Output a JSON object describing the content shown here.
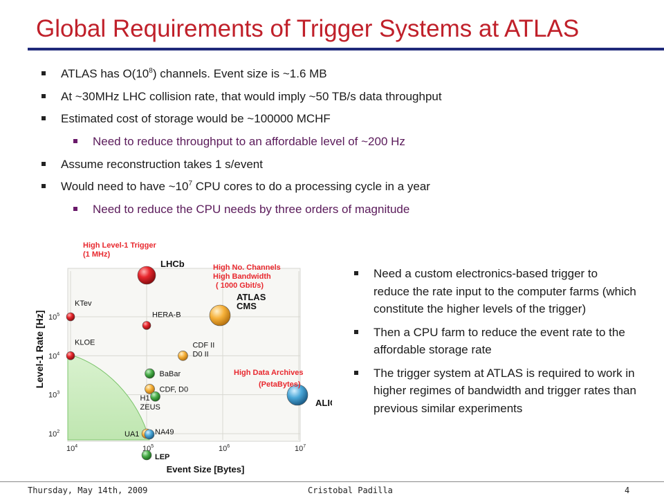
{
  "title": "Global Requirements of Trigger Systems at ATLAS",
  "bullets": [
    {
      "pre": "ATLAS has O(10",
      "sup": "8",
      "post": ") channels. Event size is ~1.6 MB"
    },
    {
      "text": "At ~30MHz LHC collision rate, that would imply ~50 TB/s data throughput"
    },
    {
      "text": "Estimated cost of storage would be ~100000 MCHF"
    },
    {
      "text": "Need to reduce throughput to an affordable level of ~200 Hz"
    },
    {
      "text": "Assume reconstruction takes 1 s/event"
    },
    {
      "pre": "Would need to have ~10",
      "sup": "7",
      "post": " CPU cores to do a processing cycle in a year"
    },
    {
      "text": "Need to reduce the CPU needs by three orders of magnitude"
    }
  ],
  "right_bullets": [
    "Need a custom electronics-based trigger to reduce the rate input to the computer farms (which constitute the higher levels of the trigger)",
    "Then a CPU farm to reduce the event rate to the affordable storage rate",
    "The trigger system at ATLAS is required to work in higher regimes of bandwidth and trigger rates than previous similar experiments"
  ],
  "chart_data": {
    "type": "scatter",
    "xlabel": "Event Size [Bytes]",
    "ylabel": "Level-1  Rate [Hz]",
    "x_log_scale": true,
    "y_log_scale": true,
    "xlim": [
      10000,
      10000000
    ],
    "ylim": [
      100,
      100000
    ],
    "x_ticks": [
      {
        "base": "10",
        "exp": "4"
      },
      {
        "base": "10",
        "exp": "5"
      },
      {
        "base": "10",
        "exp": "6"
      },
      {
        "base": "10",
        "exp": "7"
      }
    ],
    "y_ticks": [
      {
        "base": "10",
        "exp": "2"
      },
      {
        "base": "10",
        "exp": "3"
      },
      {
        "base": "10",
        "exp": "4"
      },
      {
        "base": "10",
        "exp": "5"
      }
    ],
    "grid": true,
    "points": [
      {
        "label": "LHCb",
        "x": 100000,
        "y": 1000000,
        "color": "#e8282e"
      },
      {
        "label": "KTev",
        "x": 10000,
        "y": 100000,
        "color": "#e8282e"
      },
      {
        "label": "HERA-B",
        "x": 100000,
        "y": 60000,
        "color": "#e8282e"
      },
      {
        "label": "KLOE",
        "x": 10000,
        "y": 10000,
        "color": "#e8282e"
      },
      {
        "label": "ATLAS CMS",
        "x": 1000000,
        "y": 100000,
        "color": "#f6b13a"
      },
      {
        "label": "CDF II D0 II",
        "x": 300000,
        "y": 10000,
        "color": "#f6b13a"
      },
      {
        "label": "BaBar",
        "x": 110000,
        "y": 3500,
        "color": "#4aae4a"
      },
      {
        "label": "CDF, D0",
        "x": 110000,
        "y": 1400,
        "color": "#f6b13a"
      },
      {
        "label": "H1 ZEUS",
        "x": 130000,
        "y": 900,
        "color": "#4aae4a"
      },
      {
        "label": "UA1",
        "x": 100000,
        "y": 100,
        "color": "#f6b13a"
      },
      {
        "label": "NA49",
        "x": 1000000,
        "y": 100,
        "color": "#4aa7d8"
      },
      {
        "label": "ALICE",
        "x": 10000000,
        "y": 900,
        "color": "#4aa7d8"
      },
      {
        "label": "LEP",
        "x": 100000,
        "y": 30,
        "color": "#4aae4a"
      }
    ],
    "annotations": [
      {
        "text": "High Level-1 Trigger",
        "color": "#e8282e"
      },
      {
        "text": "(1 MHz)",
        "color": "#e8282e"
      },
      {
        "text": "High No. Channels",
        "color": "#e8282e"
      },
      {
        "text": "High Bandwidth",
        "color": "#e8282e"
      },
      {
        "text": "( 1000 Gbit/s)",
        "color": "#e8282e"
      },
      {
        "text": "High Data Archives",
        "color": "#e8282e"
      },
      {
        "text": "(PetaBytes)",
        "color": "#e8282e"
      }
    ]
  },
  "footer": {
    "left": "Thursday, May 14th, 2009",
    "center": "Cristobal Padilla",
    "right": "4"
  },
  "colors": {
    "title": "#c0202a",
    "rule": "#1f2a7a",
    "sub_bullet": "#5a1a5a"
  }
}
